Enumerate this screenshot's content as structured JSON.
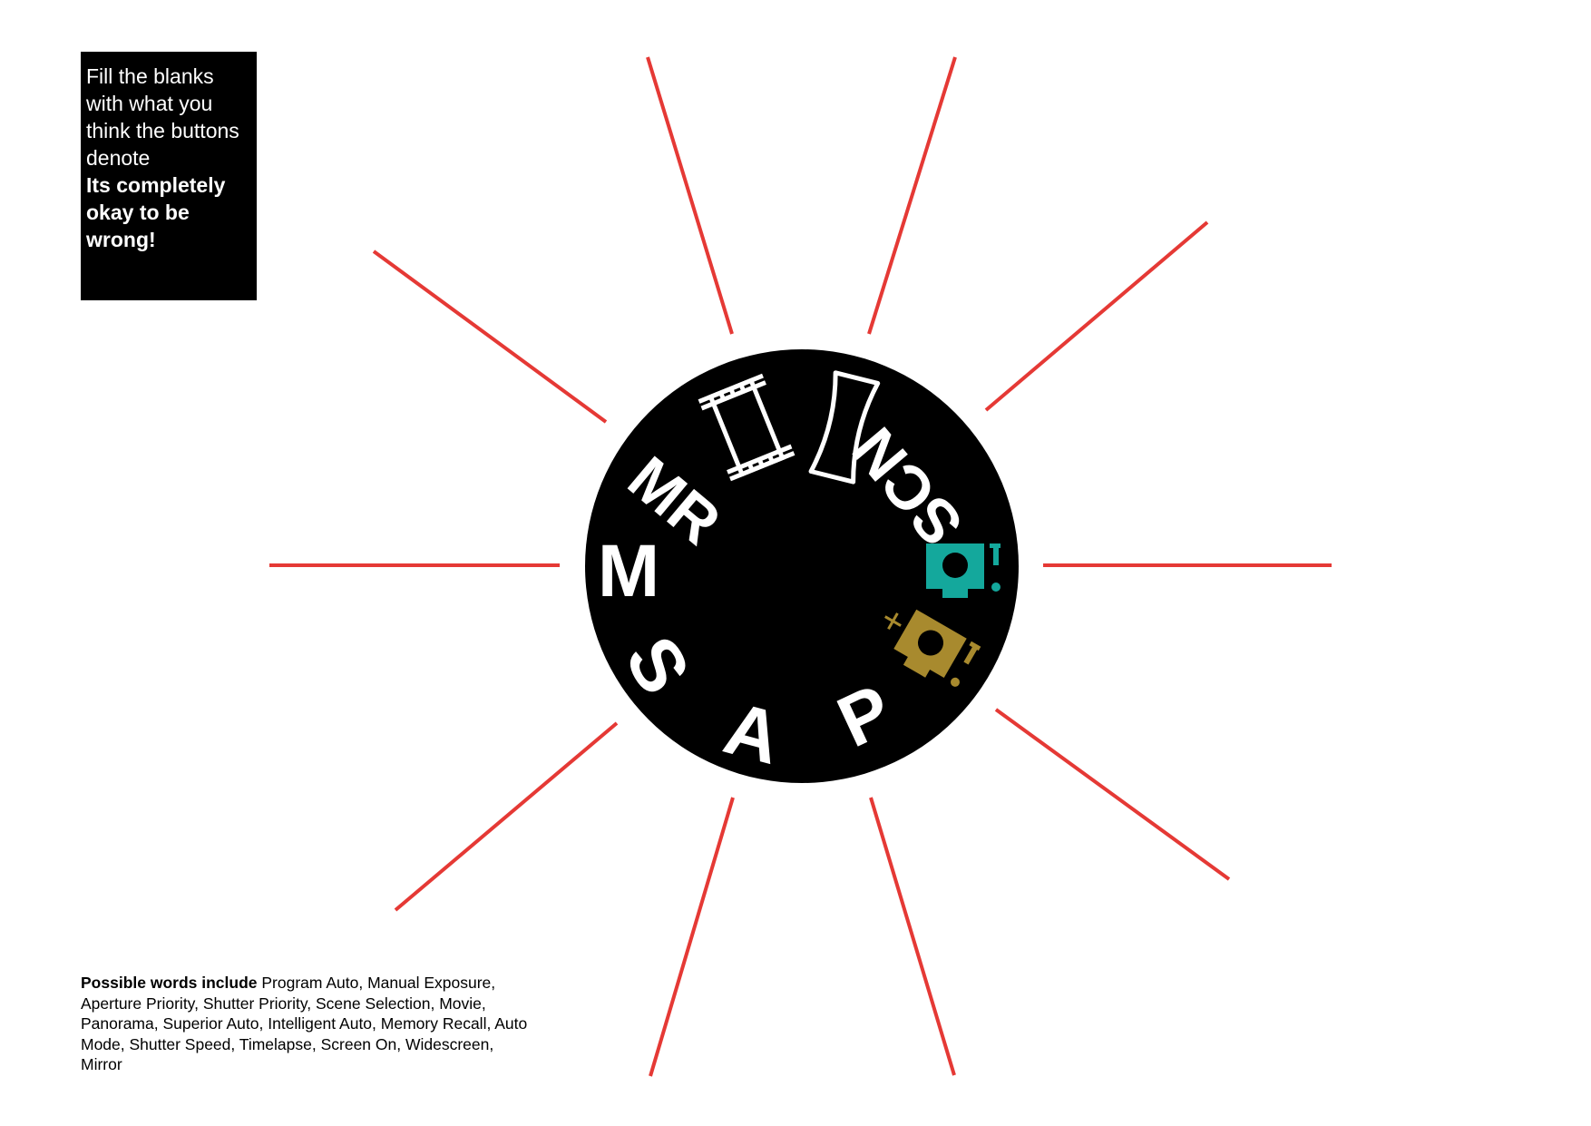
{
  "instructions": {
    "line1": "Fill the blanks with what you think the buttons denote",
    "line2": "Its completely okay to be wrong!"
  },
  "hint": {
    "label": "Possible words include",
    "words": "Program Auto, Manual Exposure, Aperture Priority, Shutter Priority, Scene Selection, Movie, Panorama, Superior Auto, Intelligent Auto, Memory Recall, Auto Mode, Shutter Speed, Timelapse, Screen On, Widescreen, Mirror"
  },
  "dial": {
    "modes": {
      "m": "M",
      "mr": "MR",
      "scn": "SCN",
      "s": "S",
      "a": "A",
      "p": "P"
    },
    "icons": [
      "movie-icon",
      "panorama-icon",
      "intelligent-auto-icon",
      "superior-auto-icon"
    ]
  },
  "colors": {
    "dial": "#000000",
    "leader_line": "#e53935",
    "intelligent_auto": "#14a89c",
    "superior_auto": "#a88a2e",
    "dial_label": "#ffffff"
  }
}
